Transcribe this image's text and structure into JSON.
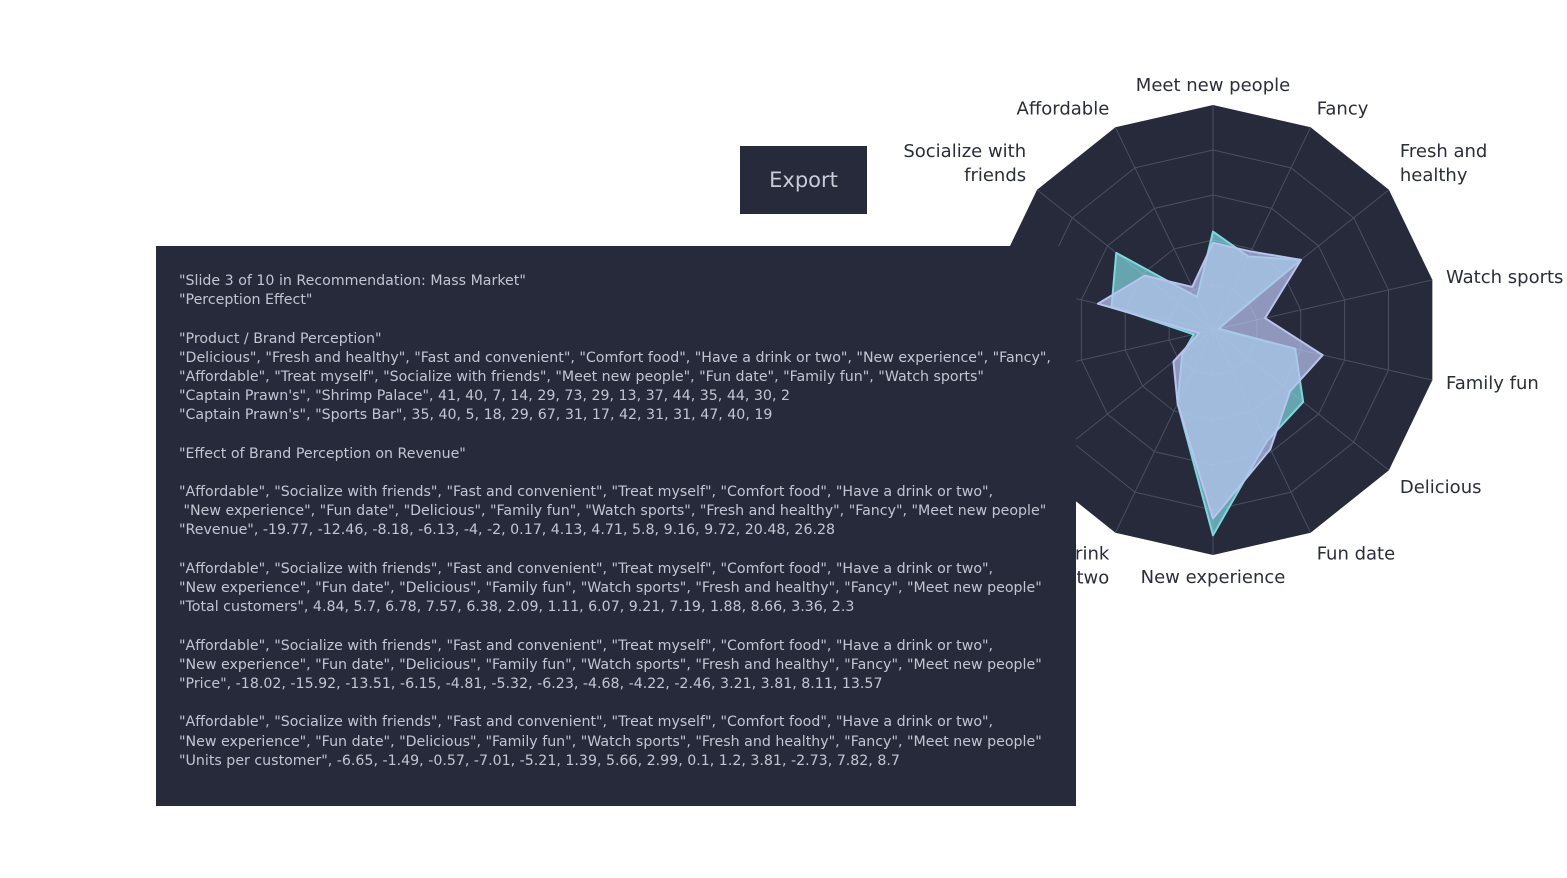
{
  "export_button": {
    "label": "Export"
  },
  "export_text": {
    "lines": [
      "\"Slide 3 of 10 in Recommendation: Mass Market\"",
      "\"Perception Effect\"",
      "",
      "\"Product / Brand Perception\"",
      "\"Delicious\", \"Fresh and healthy\", \"Fast and convenient\", \"Comfort food\", \"Have a drink or two\", \"New experience\", \"Fancy\",",
      "\"Affordable\", \"Treat myself\", \"Socialize with friends\", \"Meet new people\", \"Fun date\", \"Family fun\", \"Watch sports\"",
      "\"Captain Prawn's\", \"Shrimp Palace\", 41, 40, 7, 14, 29, 73, 29, 13, 37, 44, 35, 44, 30, 2",
      "\"Captain Prawn's\", \"Sports Bar\", 35, 40, 5, 18, 29, 67, 31, 17, 42, 31, 31, 47, 40, 19",
      "",
      "\"Effect of Brand Perception on Revenue\"",
      "",
      "\"Affordable\", \"Socialize with friends\", \"Fast and convenient\", \"Treat myself\", \"Comfort food\", \"Have a drink or two\",",
      " \"New experience\", \"Fun date\", \"Delicious\", \"Family fun\", \"Watch sports\", \"Fresh and healthy\", \"Fancy\", \"Meet new people\"",
      "\"Revenue\", -19.77, -12.46, -8.18, -6.13, -4, -2, 0.17, 4.13, 4.71, 5.8, 9.16, 9.72, 20.48, 26.28",
      "",
      "\"Affordable\", \"Socialize with friends\", \"Fast and convenient\", \"Treat myself\", \"Comfort food\", \"Have a drink or two\",",
      "\"New experience\", \"Fun date\", \"Delicious\", \"Family fun\", \"Watch sports\", \"Fresh and healthy\", \"Fancy\", \"Meet new people\"",
      "\"Total customers\", 4.84, 5.7, 6.78, 7.57, 6.38, 2.09, 1.11, 6.07, 9.21, 7.19, 1.88, 8.66, 3.36, 2.3",
      "",
      "\"Affordable\", \"Socialize with friends\", \"Fast and convenient\", \"Treat myself\", \"Comfort food\", \"Have a drink or two\",",
      "\"New experience\", \"Fun date\", \"Delicious\", \"Family fun\", \"Watch sports\", \"Fresh and healthy\", \"Fancy\", \"Meet new people\"",
      "\"Price\", -18.02, -15.92, -13.51, -6.15, -4.81, -5.32, -6.23, -4.68, -4.22, -2.46, 3.21, 3.81, 8.11, 13.57",
      "",
      "\"Affordable\", \"Socialize with friends\", \"Fast and convenient\", \"Treat myself\", \"Comfort food\", \"Have a drink or two\",",
      "\"New experience\", \"Fun date\", \"Delicious\", \"Family fun\", \"Watch sports\", \"Fresh and healthy\", \"Fancy\", \"Meet new people\"",
      "\"Units per customer\", -6.65, -1.49, -0.57, -7.01, -5.21, 1.39, 5.66, 2.99, 0.1, 1.2, 3.81, -2.73, 7.82, 8.7"
    ]
  },
  "chart_data": {
    "type": "radar",
    "axes": [
      "Meet new people",
      "Fancy",
      "Fresh and healthy",
      "Watch sports",
      "Family fun",
      "Delicious",
      "Fun date",
      "New experience",
      "Have a drink or two",
      "Comfort food",
      "Fast and convenient",
      "Treat myself",
      "Socialize with friends",
      "Affordable"
    ],
    "axis_label_display": [
      "Meet new people",
      "Fancy",
      "Fresh and\nhealthy",
      "Watch sports",
      "Family fun",
      "Delicious",
      "Fun date",
      "New experience",
      "Have a drink\nor two",
      "Comfort food",
      "Fast and convenient",
      "Treat myself",
      "Socialize with\nfriends",
      "Affordable"
    ],
    "rmax": 80,
    "grid": true,
    "series": [
      {
        "values": [
          35,
          29,
          40,
          2,
          30,
          41,
          44,
          73,
          29,
          14,
          7,
          37,
          44,
          13
        ],
        "color": "#7fd6dd"
      },
      {
        "values": [
          31,
          31,
          40,
          19,
          40,
          35,
          47,
          67,
          29,
          18,
          5,
          42,
          31,
          17
        ],
        "color": "#b9c3ee"
      }
    ],
    "colors": {
      "background": "#262a3a",
      "grid": "#4a4f62",
      "label": "#2a2d3a"
    }
  }
}
